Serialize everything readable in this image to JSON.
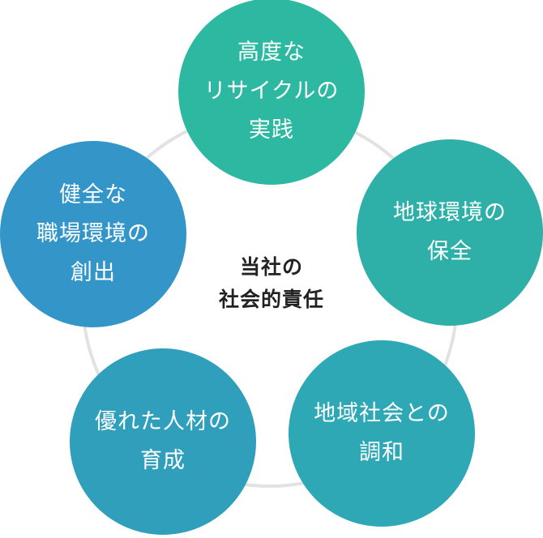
{
  "center": {
    "line1": "当社の",
    "line2": "社会的責任"
  },
  "nodes": [
    {
      "id": "top",
      "color": "#2db8a1",
      "lines": [
        "高度な",
        "リサイクルの",
        "実践"
      ]
    },
    {
      "id": "right",
      "color": "#2eb0a9",
      "lines": [
        "地球環境の",
        "保全"
      ]
    },
    {
      "id": "bottom-right",
      "color": "#2fa8b6",
      "lines": [
        "地域社会との",
        "調和"
      ]
    },
    {
      "id": "bottom-left",
      "color": "#2f9fbc",
      "lines": [
        "優れた人材の",
        "育成"
      ]
    },
    {
      "id": "left",
      "color": "#3395c8",
      "lines": [
        "健全な",
        "職場環境の",
        "創出"
      ]
    }
  ]
}
